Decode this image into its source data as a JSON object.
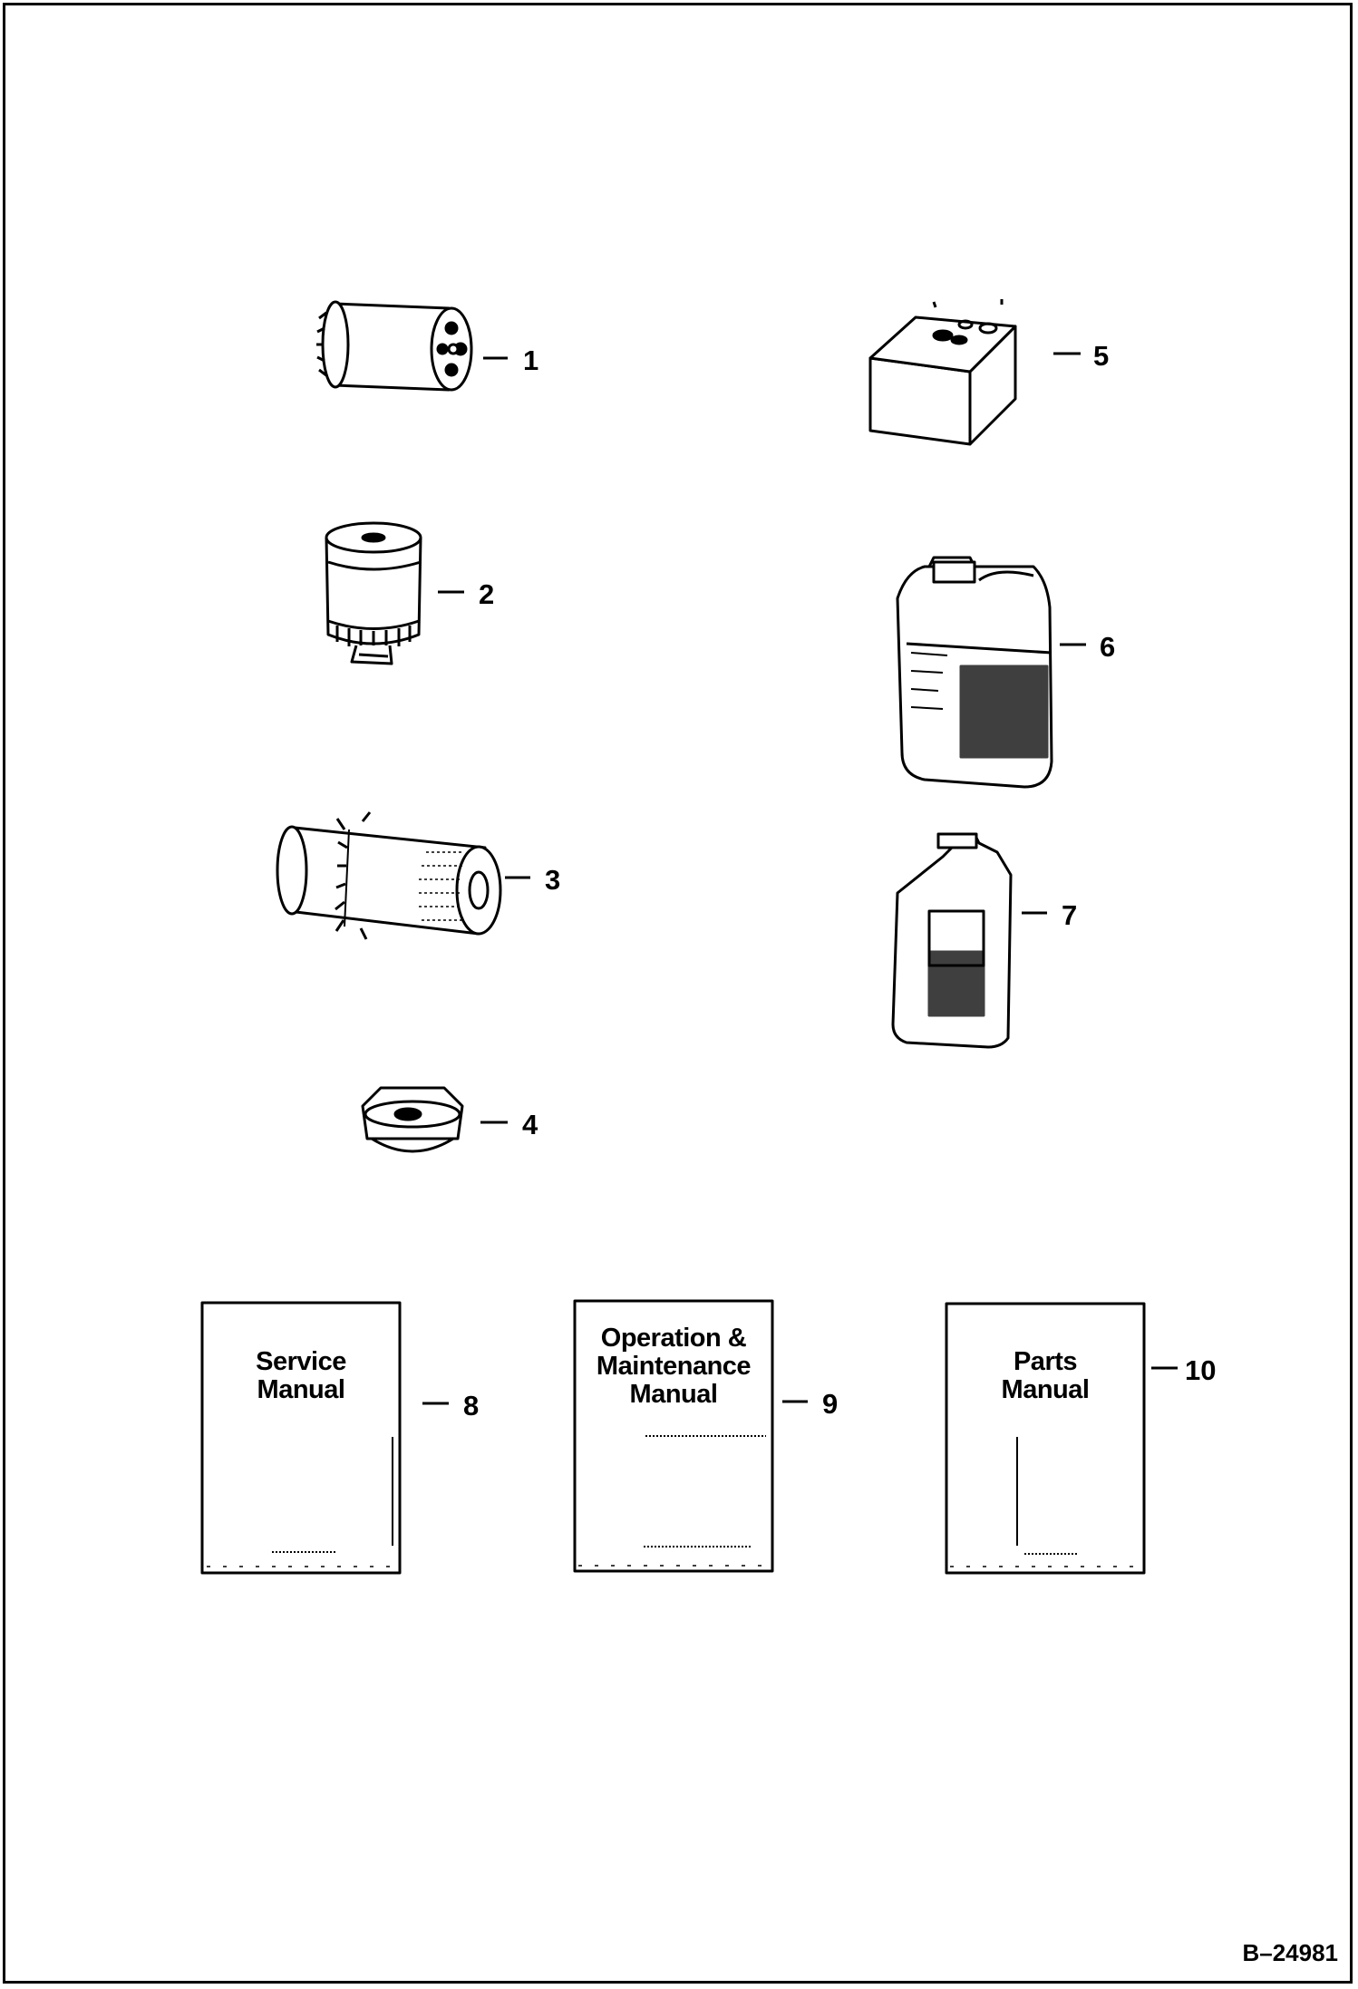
{
  "callouts": [
    {
      "id": "1",
      "label": "1"
    },
    {
      "id": "2",
      "label": "2"
    },
    {
      "id": "3",
      "label": "3"
    },
    {
      "id": "4",
      "label": "4"
    },
    {
      "id": "5",
      "label": "5"
    },
    {
      "id": "6",
      "label": "6"
    },
    {
      "id": "7",
      "label": "7"
    },
    {
      "id": "8",
      "label": "8"
    },
    {
      "id": "9",
      "label": "9"
    },
    {
      "id": "10",
      "label": "10"
    }
  ],
  "manuals": {
    "service": {
      "line1": "Service",
      "line2": "Manual"
    },
    "operation": {
      "line1": "Operation &",
      "line2": "Maintenance",
      "line3": "Manual"
    },
    "parts": {
      "line1": "Parts",
      "line2": "Manual"
    }
  },
  "reference_number": "B–24981"
}
